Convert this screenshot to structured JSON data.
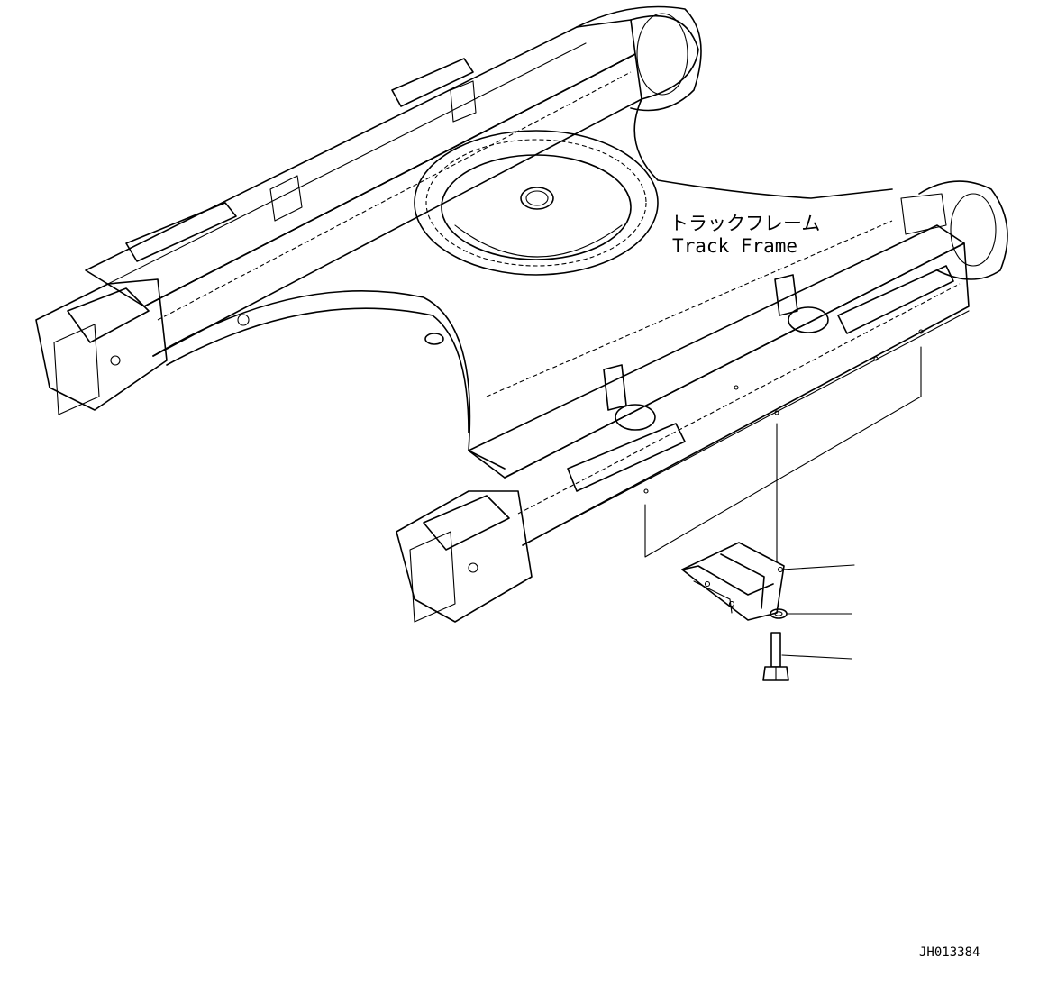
{
  "diagram": {
    "frame_label_jp": "トラックフレーム",
    "frame_label_en": "Track Frame",
    "drawing_id": "JH013384",
    "colors": {
      "line": "#000000",
      "background": "#ffffff"
    }
  }
}
